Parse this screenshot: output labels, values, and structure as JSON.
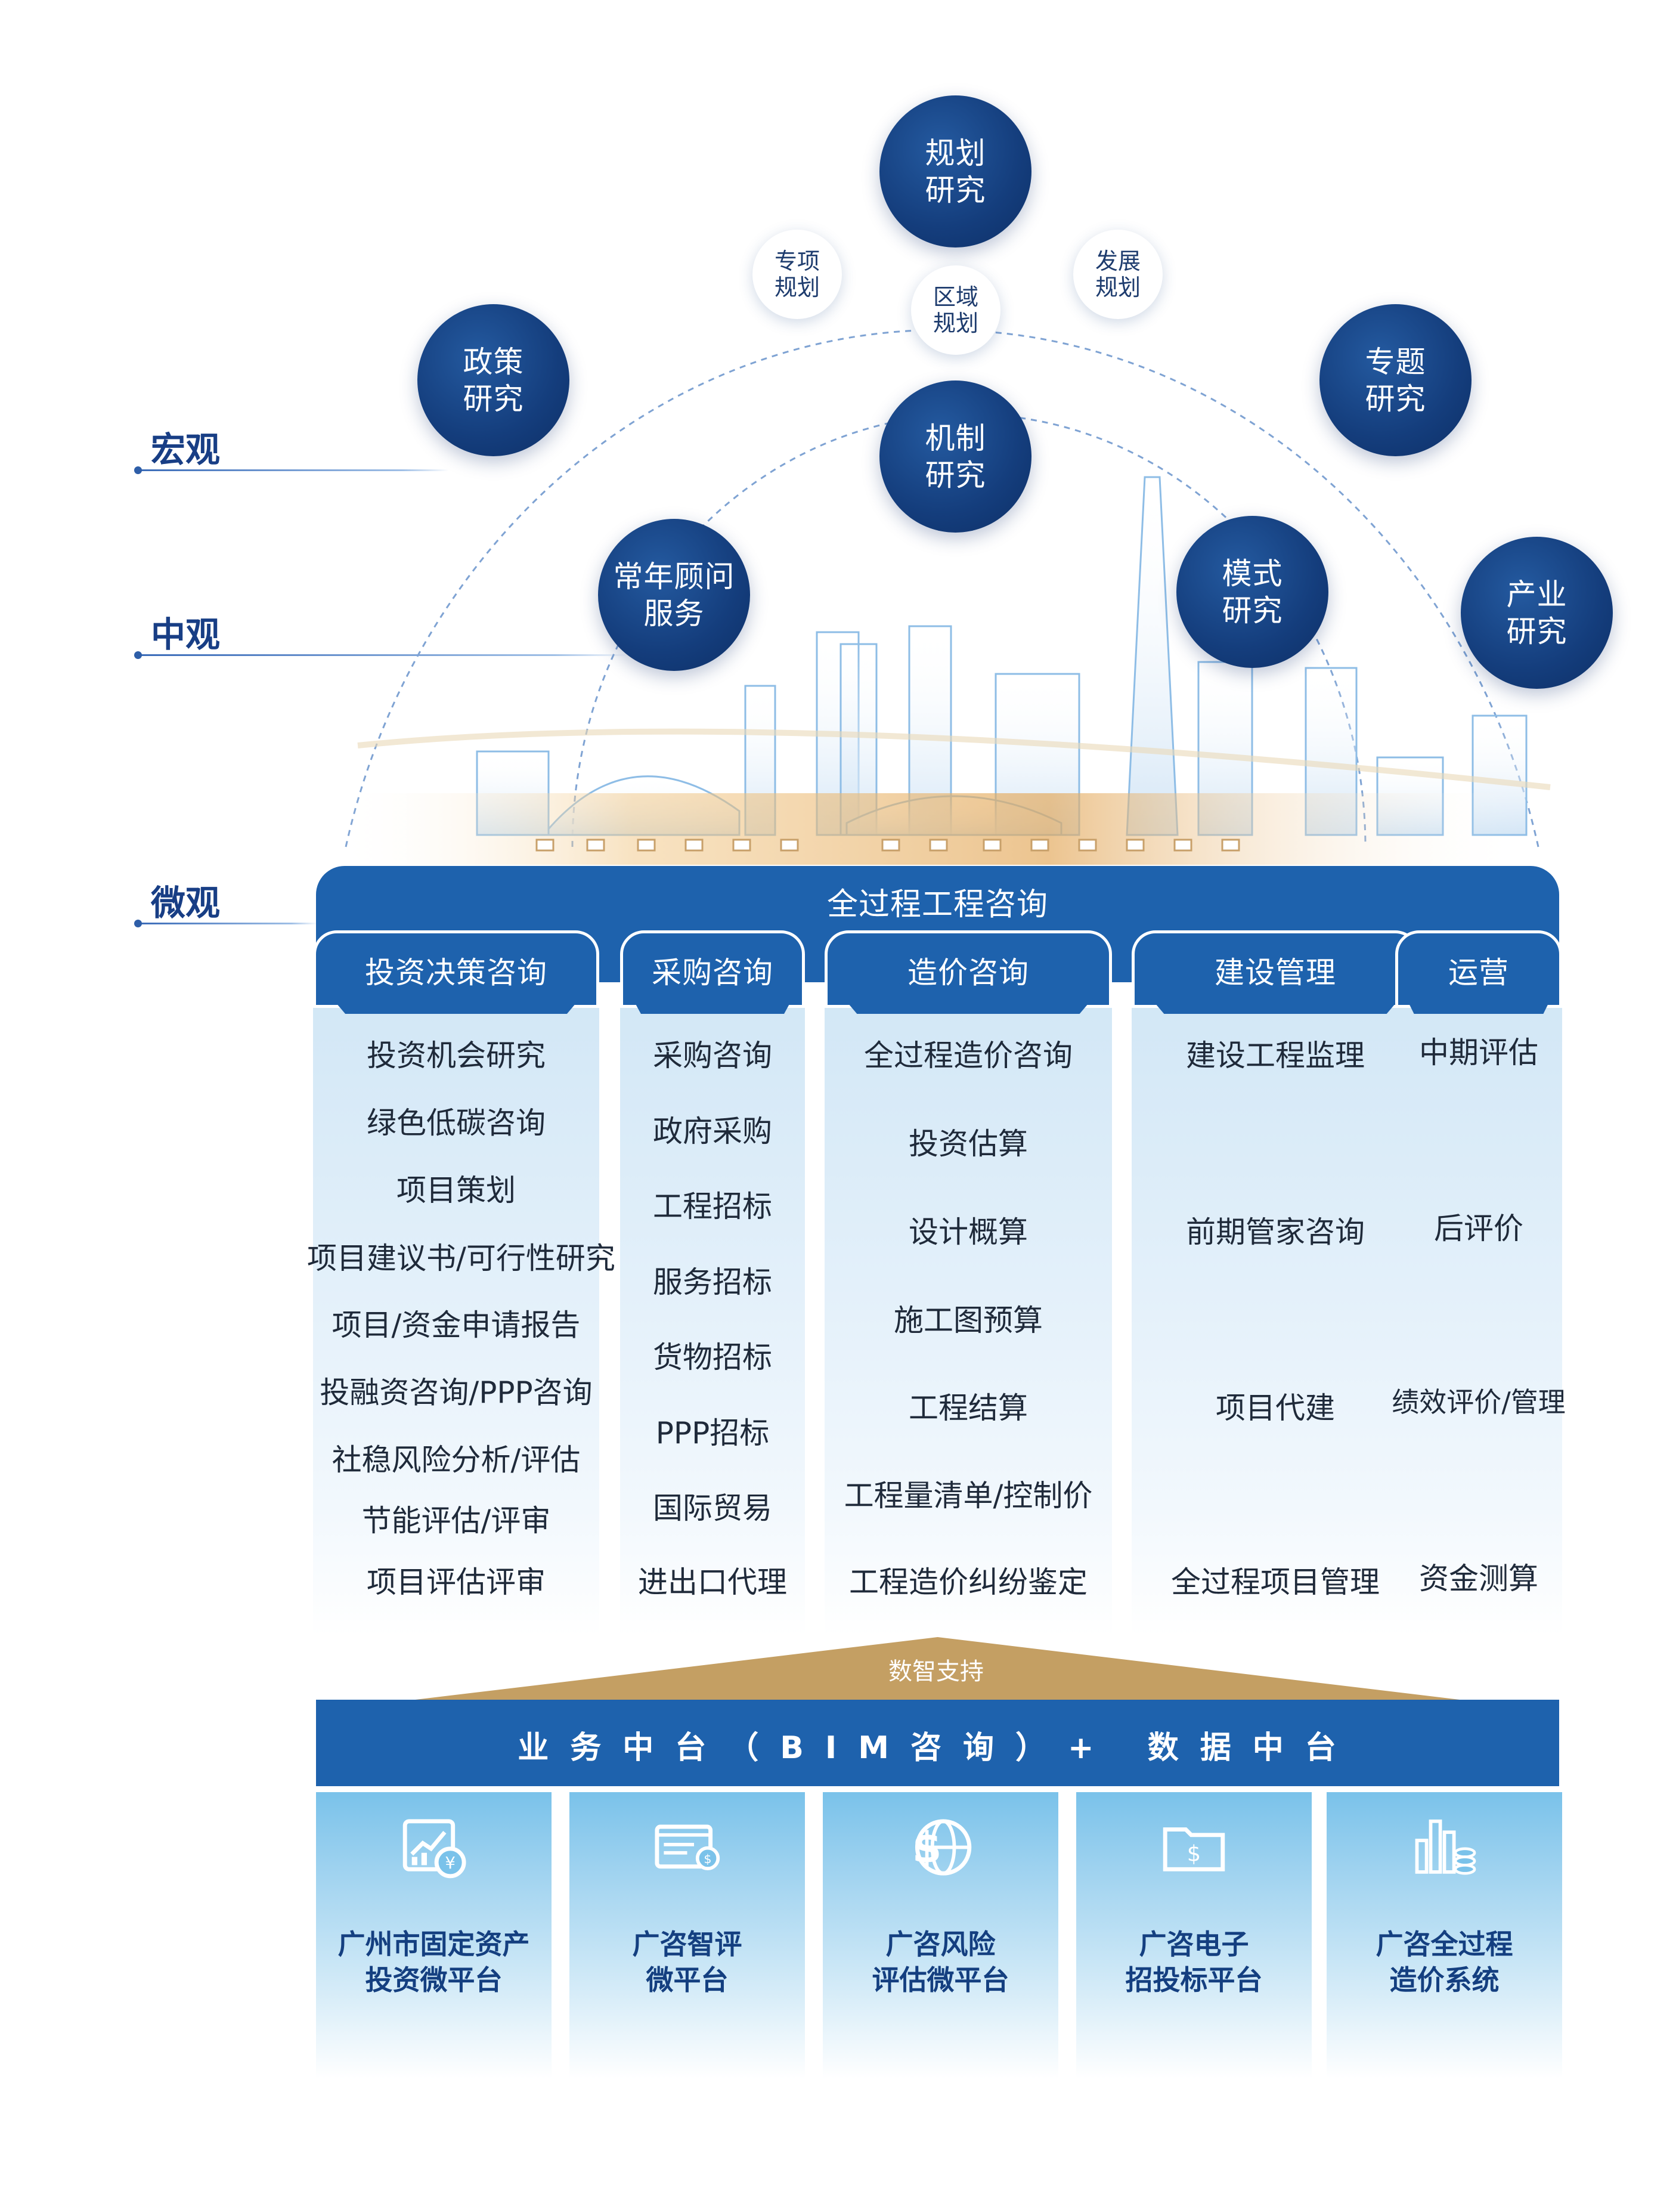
{
  "levels": [
    {
      "label": "宏观"
    },
    {
      "label": "中观"
    },
    {
      "label": "微观"
    }
  ],
  "big_circles": [
    {
      "label": "规划\n研究"
    },
    {
      "label": "政策\n研究"
    },
    {
      "label": "专题\n研究"
    },
    {
      "label": "机制\n研究"
    },
    {
      "label": "常年顾问\n服务"
    },
    {
      "label": "模式\n研究"
    },
    {
      "label": "产业\n研究"
    }
  ],
  "small_circles": [
    {
      "label": "专项\n规划"
    },
    {
      "label": "区域\n规划"
    },
    {
      "label": "发展\n规划"
    }
  ],
  "main_banner": "全过程工程咨询",
  "columns": [
    {
      "title": "投资决策咨询",
      "items": [
        "投资机会研究",
        "绿色低碳咨询",
        "项目策划",
        "项目建议书/可行性研究",
        "项目/资金申请报告",
        "投融资咨询/PPP咨询",
        "社稳风险分析/评估",
        "节能评估/评审",
        "项目评估评审"
      ]
    },
    {
      "title": "采购咨询",
      "items": [
        "采购咨询",
        "政府采购",
        "工程招标",
        "服务招标",
        "货物招标",
        "PPP招标",
        "国际贸易",
        "进出口代理"
      ]
    },
    {
      "title": "造价咨询",
      "items": [
        "全过程造价咨询",
        "投资估算",
        "设计概算",
        "施工图预算",
        "工程结算",
        "工程量清单/控制价",
        "工程造价纠纷鉴定"
      ]
    },
    {
      "title": "建设管理",
      "items": [
        "建设工程监理",
        "前期管家咨询",
        "项目代建",
        "全过程项目管理"
      ]
    },
    {
      "title": "运营",
      "items": [
        "中期评估",
        "后评价",
        "绩效评价/管理",
        "资金测算"
      ]
    }
  ],
  "support_label": "数智支持",
  "platform_bar": "业务中台（BIM咨询）+ 数据中台",
  "cards": [
    {
      "name": "广州市固定资产\n投资微平台",
      "icon": "chart-yen-icon"
    },
    {
      "name": "广咨智评\n微平台",
      "icon": "document-coin-icon"
    },
    {
      "name": "广咨风险\n评估微平台",
      "icon": "globe-dollar-icon"
    },
    {
      "name": "广咨电子\n招投标平台",
      "icon": "folder-dollar-icon"
    },
    {
      "name": "广咨全过程\n造价系统",
      "icon": "bars-coins-icon"
    }
  ],
  "colors": {
    "primary": "#1e62ad",
    "navy": "#143d7c",
    "gold": "#c49f63",
    "light": "#d2e7f6"
  }
}
